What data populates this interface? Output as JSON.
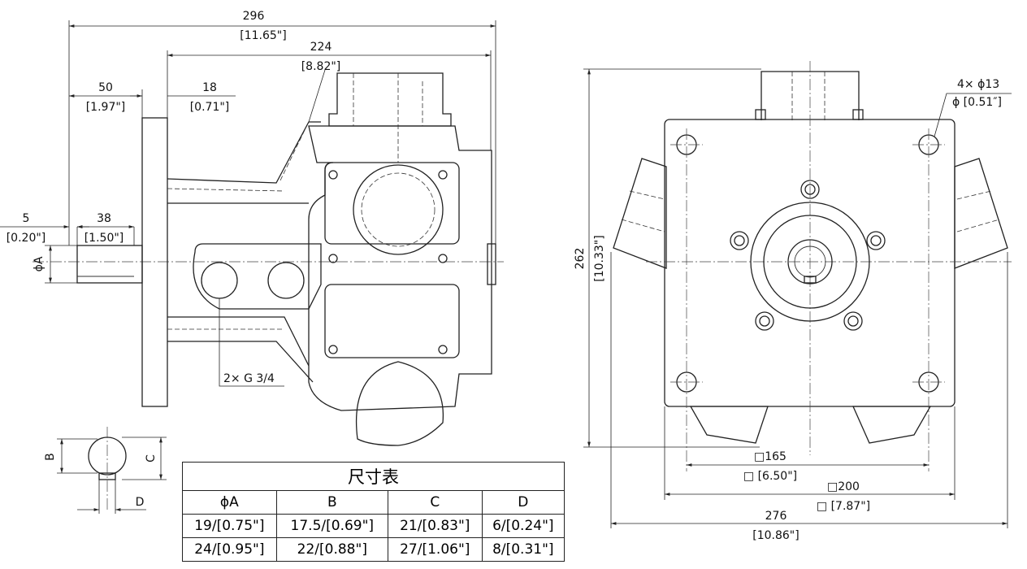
{
  "side_view": {
    "dim_overall": "296",
    "dim_overall_in": "[11.65\"]",
    "dim_body": "224",
    "dim_body_in": "[8.82\"]",
    "dim_flange_pos": "50",
    "dim_flange_pos_in": "[1.97\"]",
    "dim_flange_thk": "18",
    "dim_flange_thk_in": "[0.71\"]",
    "dim_shoulder": "5",
    "dim_shoulder_in": "[0.20\"]",
    "dim_key": "38",
    "dim_key_in": "[1.50\"]",
    "dim_shaft": "ϕA",
    "ports_label": "2× G 3/4"
  },
  "front_view": {
    "holes_label": "4× ϕ13",
    "holes_label_in": "ϕ [0.51″]",
    "height": "262",
    "height_in": "[10.33\"]",
    "bolt_square": "□165",
    "bolt_square_in": "□ [6.50\"]",
    "flange_square": "□200",
    "flange_square_in": "□ [7.87\"]",
    "width": "276",
    "width_in": "[10.86\"]"
  },
  "shaft_section": {
    "b": "B",
    "c": "C",
    "d": "D"
  },
  "table": {
    "title": "尺寸表",
    "headers": [
      "ϕA",
      "B",
      "C",
      "D"
    ],
    "rows": [
      [
        "19/[0.75\"]",
        "17.5/[0.69\"]",
        "21/[0.83\"]",
        "6/[0.24\"]"
      ],
      [
        "24/[0.95\"]",
        "22/[0.88\"]",
        "27/[1.06\"]",
        "8/[0.31\"]"
      ]
    ]
  }
}
